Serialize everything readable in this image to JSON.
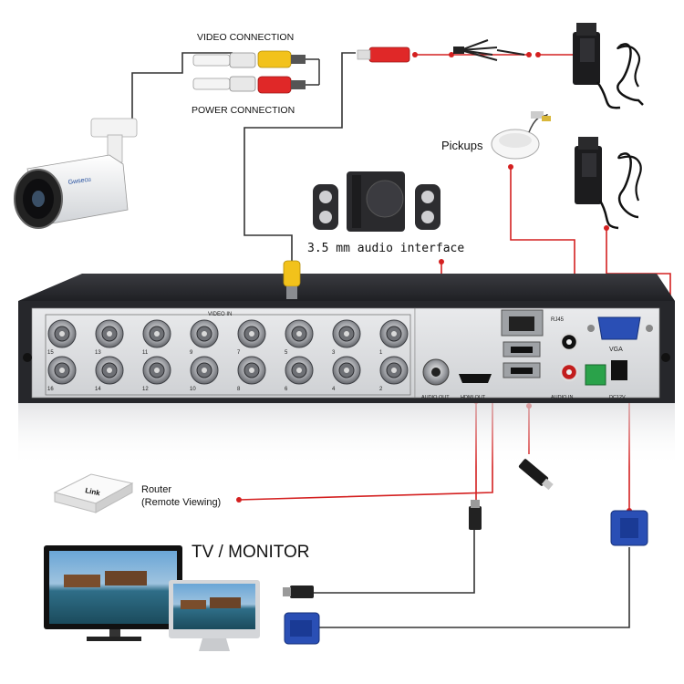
{
  "labels": {
    "video_connection": "VIDEO CONNECTION",
    "power_connection": "POWER CONNECTION",
    "pickups": "Pickups",
    "audio_interface": "3.5 mm audio interface",
    "router": "Router",
    "router_sub": "(Remote Viewing)",
    "tv_monitor": "TV / MONITOR"
  },
  "panel": {
    "video_in": "VIDEO IN",
    "top_row_numbers": [
      "15",
      "13",
      "11",
      "9",
      "7",
      "5",
      "3",
      "1"
    ],
    "bottom_row_numbers": [
      "16",
      "14",
      "12",
      "10",
      "8",
      "6",
      "4",
      "2"
    ],
    "audio_out": "AUDIO OUT",
    "hdmi_out": "HDMI OUT",
    "rj45": "RJ45",
    "audio_in": "AUDIO IN",
    "vga": "VGA",
    "dc12v": "DC12V"
  },
  "device_text": {
    "camera_brand": "Gwsecu",
    "router_brand": "Link"
  },
  "colors": {
    "connector_line": "#d42020",
    "cable": "#333333",
    "dvr_body": "#2b2c30",
    "panel_face": "#dfe0e3",
    "rca_yellow": "#f2c21b",
    "rca_red": "#e02828",
    "vga_blue": "#2a4fb5"
  },
  "icons": [
    "camera-icon",
    "speaker-icon",
    "power-adapter-icon",
    "microphone-icon",
    "router-icon",
    "usb-drive-icon",
    "monitor-icon",
    "vga-connector-icon",
    "hdmi-connector-icon"
  ]
}
